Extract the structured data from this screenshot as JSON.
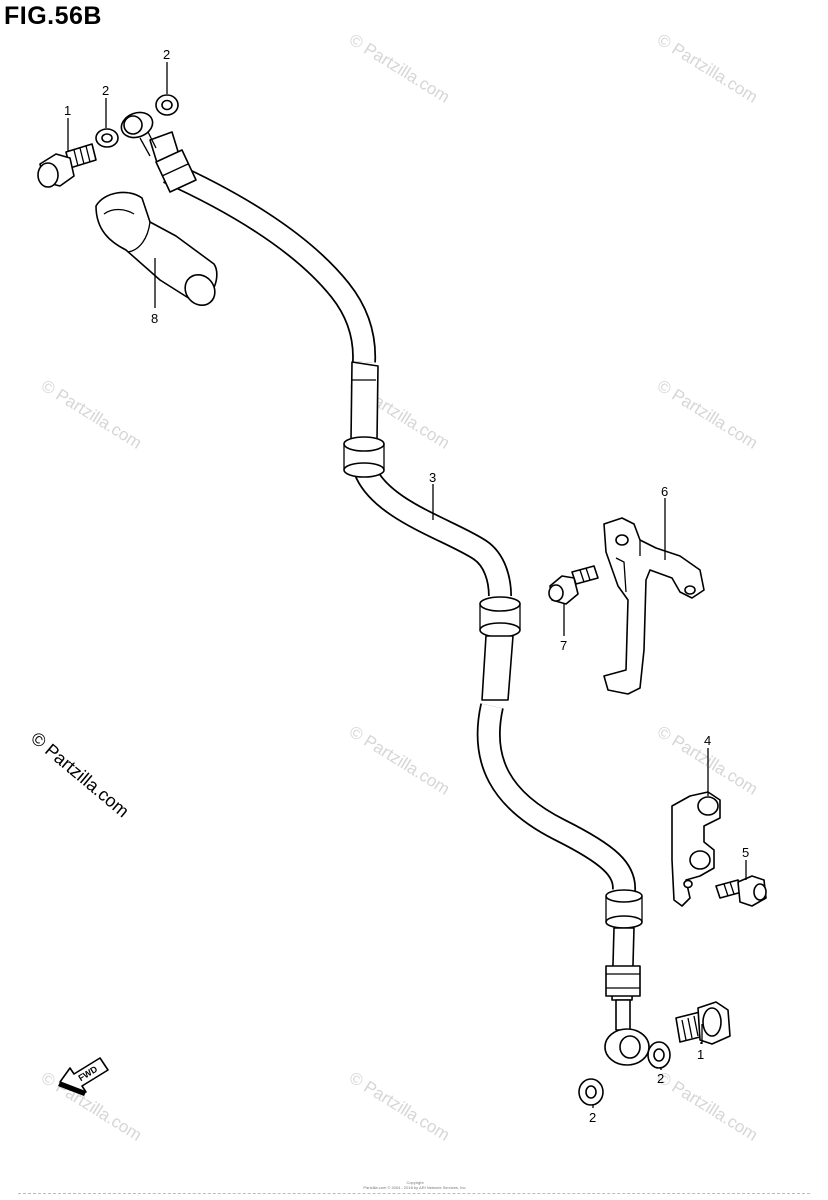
{
  "figure": {
    "title": "FIG.56B"
  },
  "watermark": {
    "text": "© Partzilla.com",
    "color": "#d6d6d6"
  },
  "side_watermark": {
    "text": "© Partzilla.com"
  },
  "fwd_arrow": {
    "label": "FWD"
  },
  "callouts": {
    "c1_top": "1",
    "c2_top_a": "2",
    "c2_top_b": "2",
    "c8": "8",
    "c3": "3",
    "c6": "6",
    "c7": "7",
    "c4": "4",
    "c5": "5",
    "c1_bottom": "1",
    "c2_bottom_a": "2",
    "c2_bottom_b": "2"
  },
  "copyright": {
    "line1": "Copyright",
    "line2": "Partzilla.com © 2004 - 2018 by ARI Network Services, Inc."
  }
}
